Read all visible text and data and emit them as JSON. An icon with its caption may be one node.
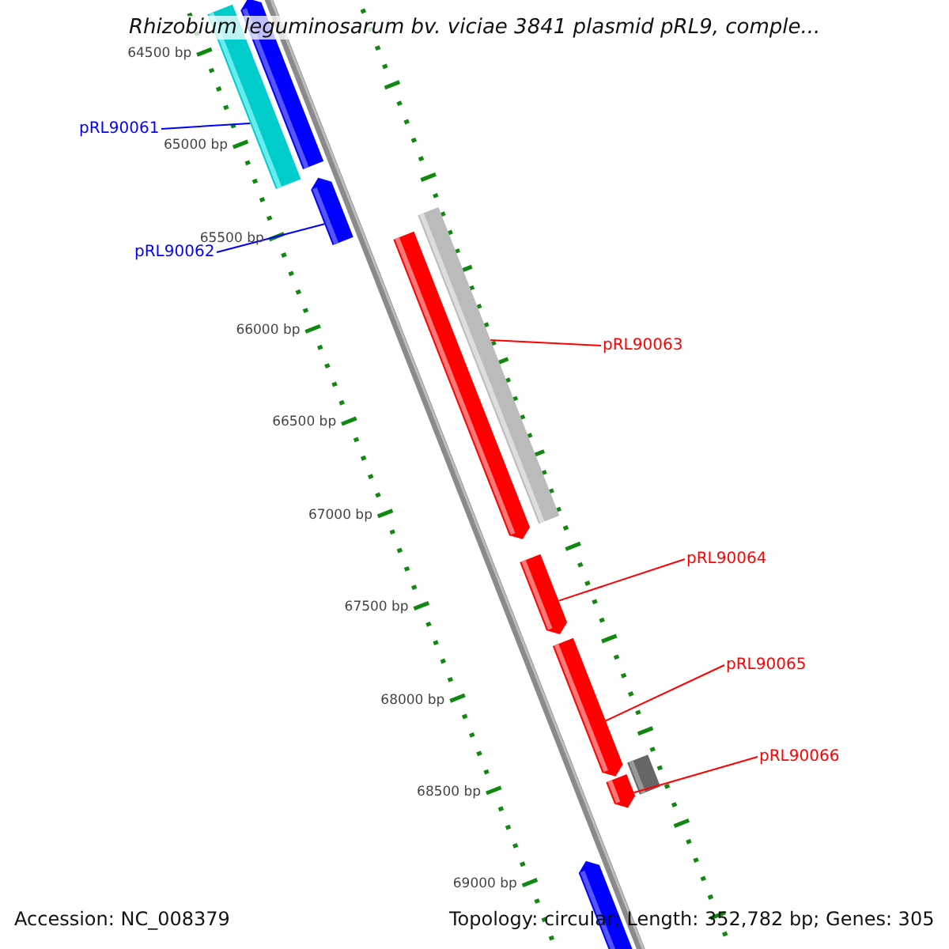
{
  "diagram": {
    "title": "Rhizobium leguminosarum bv. viciae 3841 plasmid pRL9, comple...",
    "nodes": [
      {
        "text": [
          "pRL90061"
        ]
      },
      {
        "text": [
          "pRL90062"
        ]
      },
      {
        "text": [
          "pRL90063"
        ]
      },
      {
        "text": [
          "pRL90064"
        ]
      },
      {
        "text": [
          "pRL90065"
        ]
      },
      {
        "text": [
          "pRL90066"
        ]
      },
      {
        "text": [],
        "shape": "bar"
      },
      {
        "text": [],
        "shape": "bar"
      },
      {
        "text": [],
        "shape": "bar"
      },
      {
        "text": [],
        "shape": "bar"
      },
      {
        "text": [],
        "shape": "bar"
      },
      {
        "text": [],
        "shape": "bar"
      },
      {
        "text": [],
        "shape": "bar"
      },
      {
        "text": [],
        "shape": "bar"
      },
      {
        "text": [],
        "shape": "bar"
      },
      {
        "text": [],
        "shape": "bar"
      }
    ],
    "edges": [
      {
        "from": 0,
        "to": 6,
        "arrow": "none",
        "color": "#0000ff"
      },
      {
        "from": 1,
        "to": 8,
        "arrow": "none",
        "color": "#0000ff"
      },
      {
        "from": 2,
        "to": 9,
        "arrow": "none"
      },
      {
        "from": 3,
        "to": 11,
        "arrow": "none"
      },
      {
        "from": 4,
        "to": 12,
        "arrow": "none"
      },
      {
        "from": 5,
        "to": 14,
        "arrow": "none"
      }
    ],
    "labels": [
      "64500 bp",
      "65000 bp",
      "65500 bp",
      "66000 bp",
      "66500 bp",
      "67000 bp",
      "67500 bp",
      "68000 bp",
      "68500 bp",
      "69000 bp",
      "Accession: NC_008379",
      "Topology: circular; Length: 352,782 bp; Genes: 305"
    ]
  }
}
